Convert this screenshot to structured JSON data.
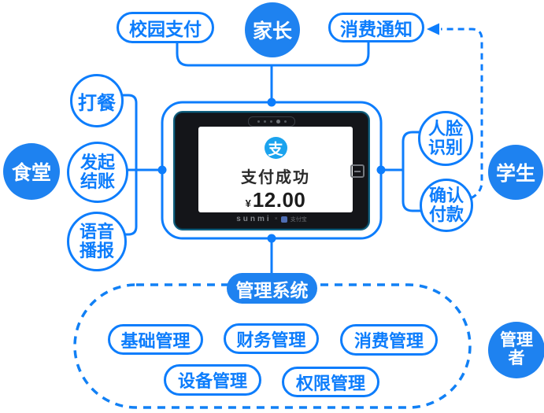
{
  "title": "campus-face-payment-diagram",
  "colors": {
    "line_blue": "#0d7dfc",
    "node_fill_blue": "#1e82f0",
    "alipay_blue": "#1ba3ee",
    "device_dark": "#141519",
    "screen_bg": "#ffffff"
  },
  "nodes": {
    "campus_payment": "校园支付",
    "parent": "家长",
    "notify": "消费通知",
    "serve_meal": "打餐",
    "canteen": "食堂",
    "checkout": [
      "发起",
      "结账"
    ],
    "voice": [
      "语音",
      "播报"
    ],
    "face": [
      "人脸",
      "识别"
    ],
    "confirm": [
      "确认",
      "付款"
    ],
    "student": "学生",
    "admin_system": "管理系统",
    "admin": [
      "管理",
      "者"
    ]
  },
  "modules": [
    "基础管理",
    "财务管理",
    "消费管理",
    "设备管理",
    "权限管理"
  ],
  "device": {
    "logo_glyph": "支",
    "status": "支付成功",
    "currency": "¥",
    "amount": "12.00",
    "brand": "sunmi",
    "cobrand": "支付宝"
  }
}
